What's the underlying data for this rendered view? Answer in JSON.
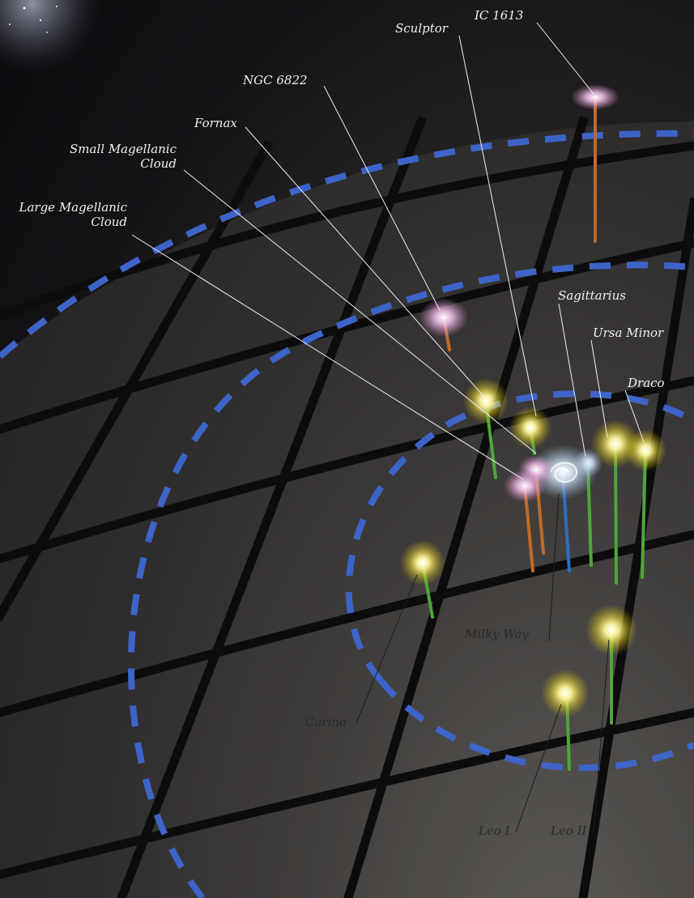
{
  "objects": [
    {
      "id": "ic1613",
      "name": "IC 1613",
      "kind": "irregular",
      "stem_color": "#c06a2a"
    },
    {
      "id": "sculptor",
      "name": "Sculptor",
      "kind": "dwarf",
      "stem_color": "#4fa63a"
    },
    {
      "id": "ngc6822",
      "name": "NGC 6822",
      "kind": "irregular",
      "stem_color": "#c06a2a"
    },
    {
      "id": "fornax",
      "name": "Fornax",
      "kind": "dwarf",
      "stem_color": "#4fa63a"
    },
    {
      "id": "smc",
      "name": "Small Magellanic Cloud",
      "kind": "irregular",
      "stem_color": "#c06a2a"
    },
    {
      "id": "lmc",
      "name": "Large Magellanic Cloud",
      "kind": "irregular",
      "stem_color": "#c06a2a"
    },
    {
      "id": "sagittarius",
      "name": "Sagittarius",
      "kind": "dwarf",
      "stem_color": "#4fa63a"
    },
    {
      "id": "ursa_minor",
      "name": "Ursa Minor",
      "kind": "dwarf",
      "stem_color": "#4fa63a"
    },
    {
      "id": "draco",
      "name": "Draco",
      "kind": "dwarf",
      "stem_color": "#4fa63a"
    },
    {
      "id": "milky_way",
      "name": "Milky Way",
      "kind": "spiral",
      "stem_color": "#2a6fc0"
    },
    {
      "id": "carina",
      "name": "Carina",
      "kind": "dwarf",
      "stem_color": "#4fa63a"
    },
    {
      "id": "leo_i",
      "name": "Leo I",
      "kind": "dwarf",
      "stem_color": "#4fa63a"
    },
    {
      "id": "leo_ii",
      "name": "Leo II",
      "kind": "dwarf",
      "stem_color": "#4fa63a"
    }
  ],
  "labels": {
    "ic1613": "IC 1613",
    "sculptor": "Sculptor",
    "ngc6822": "NGC 6822",
    "fornax": "Fornax",
    "smc_line1": "Small Magellanic",
    "smc_line2": "Cloud",
    "lmc_line1": "Large Magellanic",
    "lmc_line2": "Cloud",
    "sagittarius": "Sagittarius",
    "ursa_minor": "Ursa Minor",
    "draco": "Draco",
    "milky_way": "Milky Way",
    "carina": "Carina",
    "leo_i": "Leo I",
    "leo_ii": "Leo II"
  },
  "colors": {
    "ring": "#3d64c8",
    "grid_line": "#0c0c0c",
    "dwarf_glow": "#fff27a",
    "irregular_glow": "#f2b6e8",
    "leader_line": "#f0f0f0"
  }
}
